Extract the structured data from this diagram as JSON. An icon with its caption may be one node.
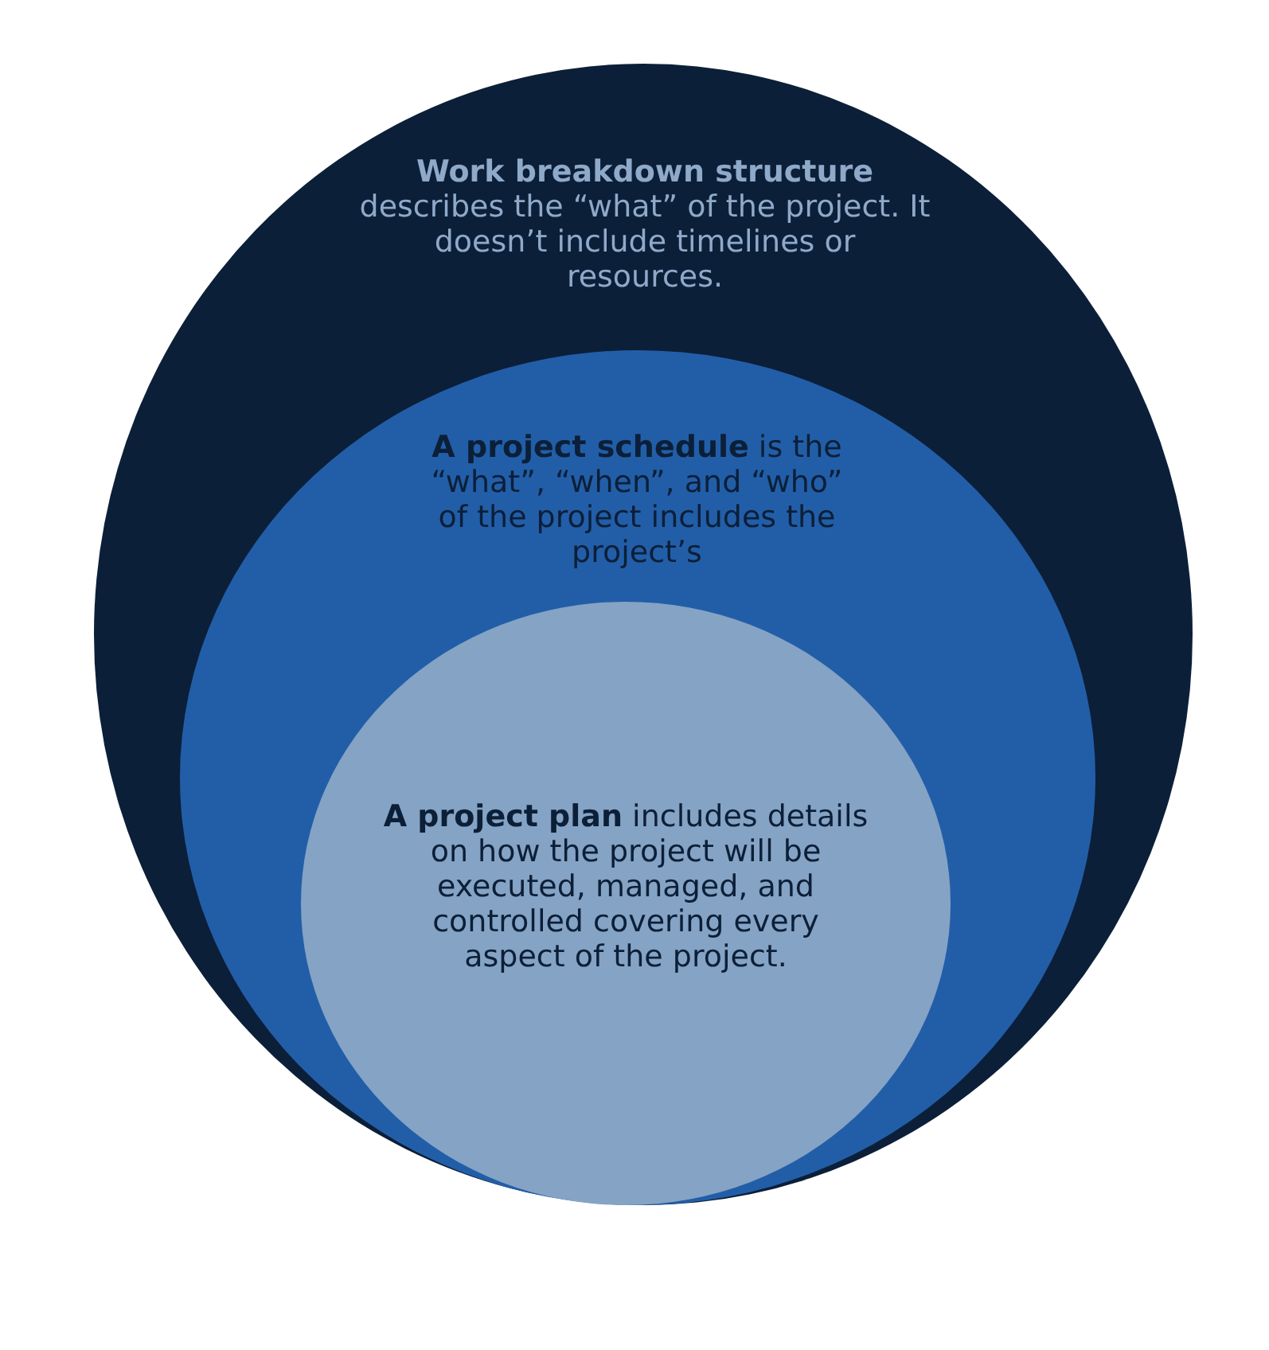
{
  "diagram": {
    "nodes": [
      {
        "text": [
          "**Work breakdown structure** describes the “what” of the project. It doesn’t include timelines or resources."
        ]
      },
      {
        "text": [
          "**A project schedule** is the “what”, “when”, and “who” of the project includes the project’s"
        ],
        "in": 0
      },
      {
        "text": [
          "**A project plan** includes details on how the project will be executed, managed, and controlled covering every aspect of the project."
        ],
        "in": 1
      }
    ]
  }
}
